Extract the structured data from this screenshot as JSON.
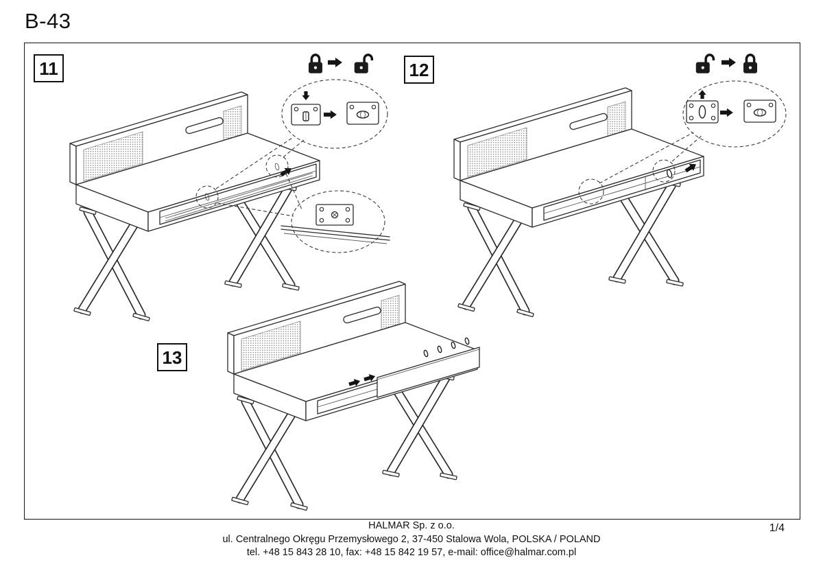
{
  "doc": {
    "model": "B-43",
    "page_indicator": "1/4"
  },
  "steps": [
    {
      "number": "11",
      "lock_transition": "closed-to-open"
    },
    {
      "number": "12",
      "lock_transition": "open-to-closed"
    },
    {
      "number": "13",
      "lock_transition": ""
    }
  ],
  "footer": {
    "company": "HALMAR Sp. z o.o.",
    "address": "ul. Centralnego Okręgu Przemysłowego 2, 37-450 Stalowa Wola, POLSKA / POLAND",
    "contact": "tel. +48 15 843 28 10, fax: +48 15 842 19 57, e-mail: office@halmar.com.pl"
  },
  "colors": {
    "ink": "#111111",
    "line": "#2b2b2b",
    "background": "#ffffff"
  }
}
